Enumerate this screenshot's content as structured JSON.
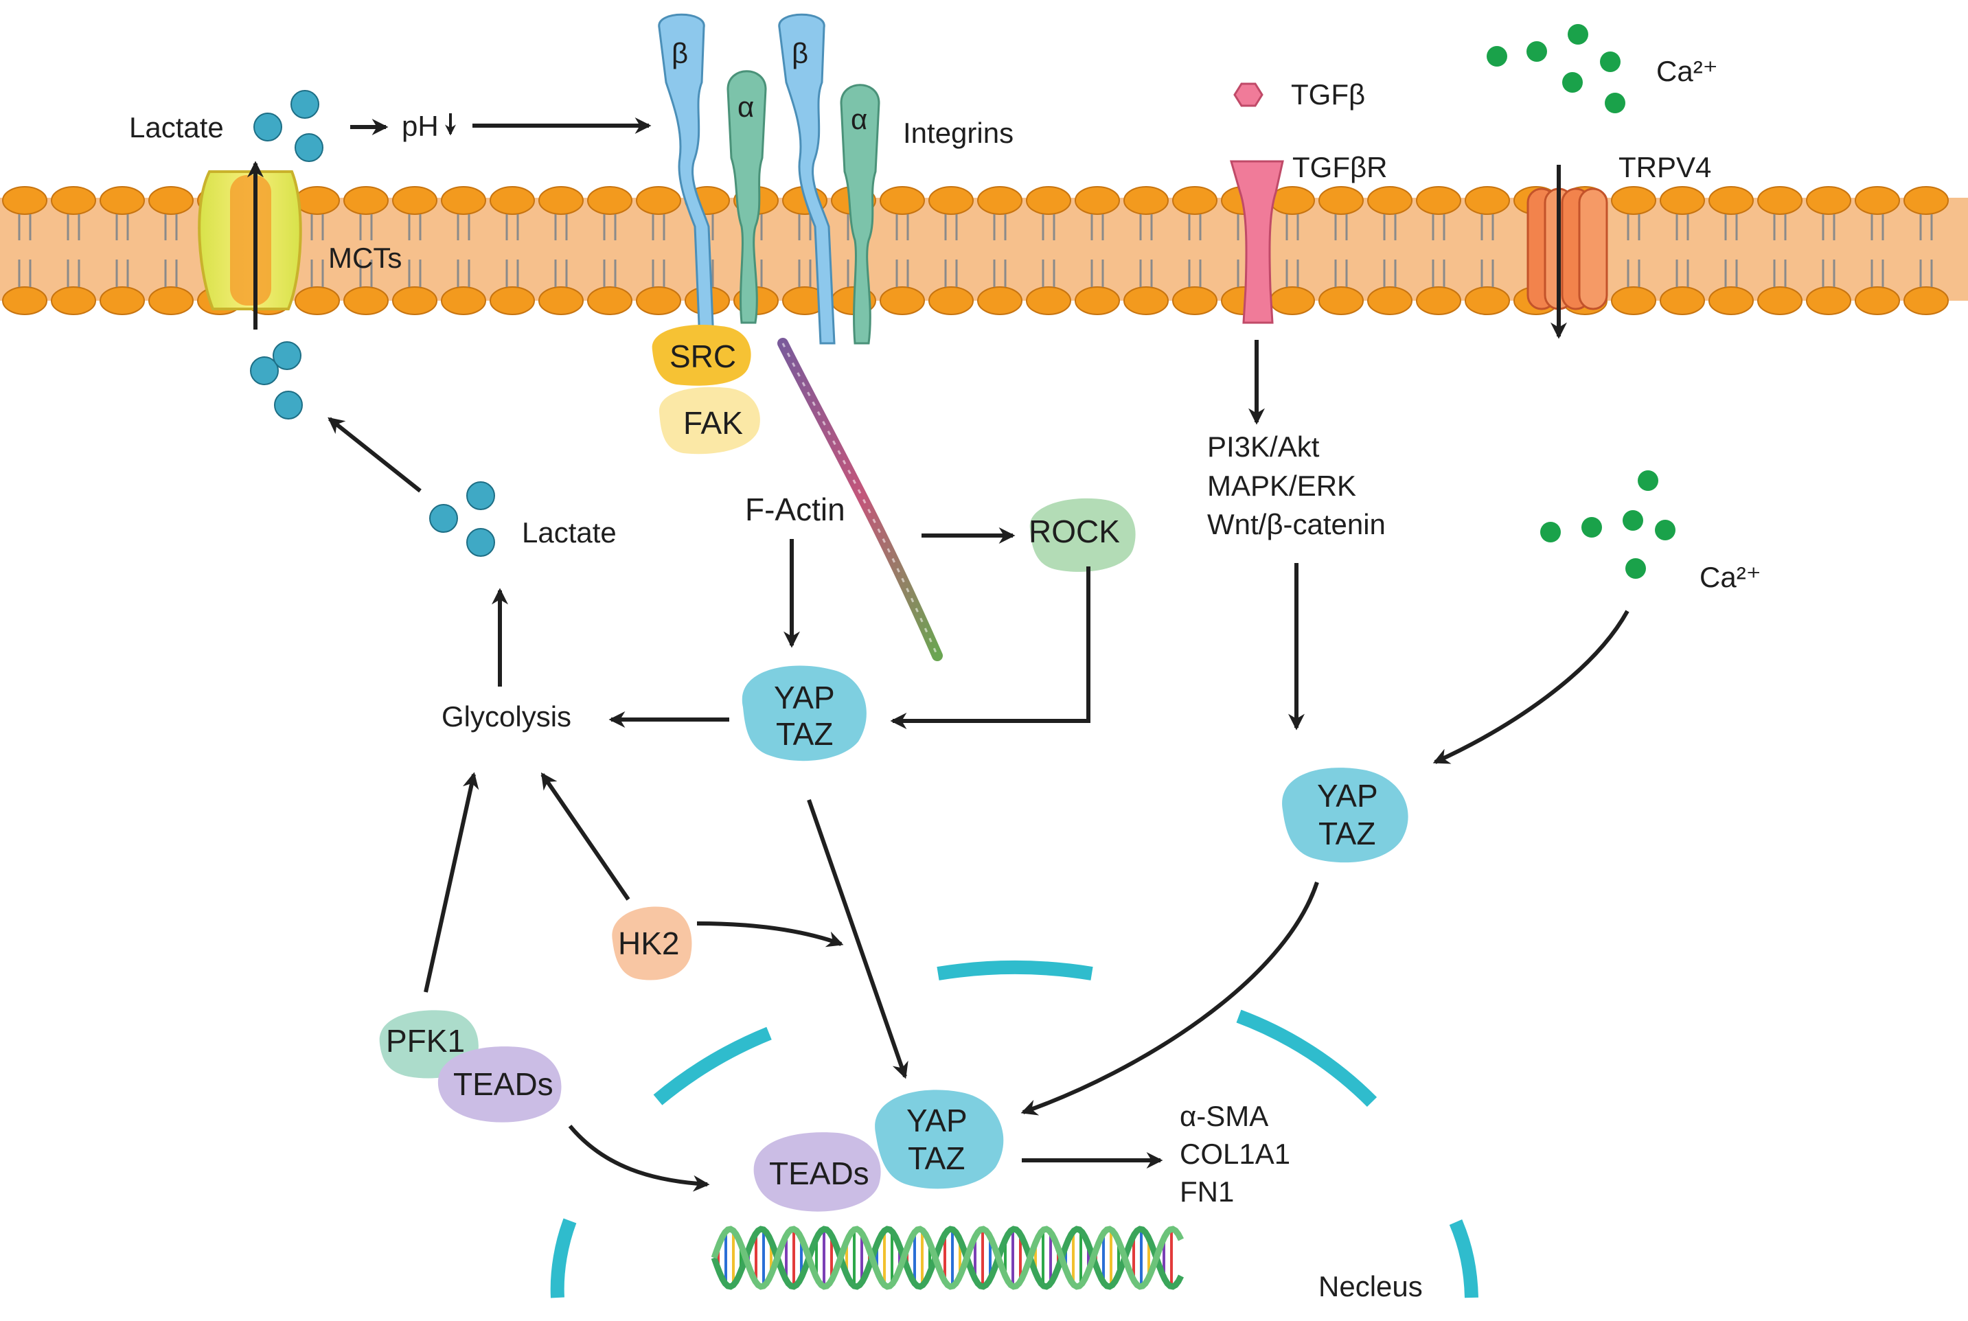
{
  "membrane": {
    "mcts": "MCTs",
    "lactate_out": "Lactate",
    "ph": "pH",
    "integrins": "Integrins",
    "beta": "β",
    "alpha": "α",
    "tgfb": "TGFβ",
    "tgfbr": "TGFβR",
    "trpv4": "TRPV4",
    "ca_out": "Ca²⁺"
  },
  "cytoplasm": {
    "src": "SRC",
    "fak": "FAK",
    "f_actin": "F-Actin",
    "rock": "ROCK",
    "lactate_in": "Lactate",
    "glycolysis": "Glycolysis",
    "yap_taz_left": {
      "yap": "YAP",
      "taz": "TAZ"
    },
    "pathways": [
      "PI3K/Akt",
      "MAPK/ERK",
      "Wnt/β-catenin"
    ],
    "ca_in": "Ca²⁺",
    "yap_taz_right": {
      "yap": "YAP",
      "taz": "TAZ"
    },
    "hk2": "HK2",
    "pfk1": "PFK1",
    "teads_cyto": "TEADs"
  },
  "nucleus": {
    "label": "Necleus",
    "teads": "TEADs",
    "yap_taz": {
      "yap": "YAP",
      "taz": "TAZ"
    },
    "targets": [
      "α-SMA",
      "COL1A1",
      "FN1"
    ]
  },
  "colors": {
    "membrane_head": "#f39a1e",
    "membrane_body": "#f6c08c",
    "yap_taz": "#7ecfe0",
    "nucleus_envelope": "#2fbccd",
    "calcium": "#1aa24a",
    "tgfbr": "#f07b99",
    "trpv4": "#f2834c",
    "src": "#f6c234",
    "fak": "#fbe8a6",
    "rock": "#b3dcb6",
    "hk2": "#f8c6a3",
    "pfk1": "#acdccb",
    "teads": "#cbbde5",
    "integrin_beta": "#8dc8ec",
    "integrin_alpha": "#7cc3aa",
    "arrow": "#1f1f1f"
  }
}
